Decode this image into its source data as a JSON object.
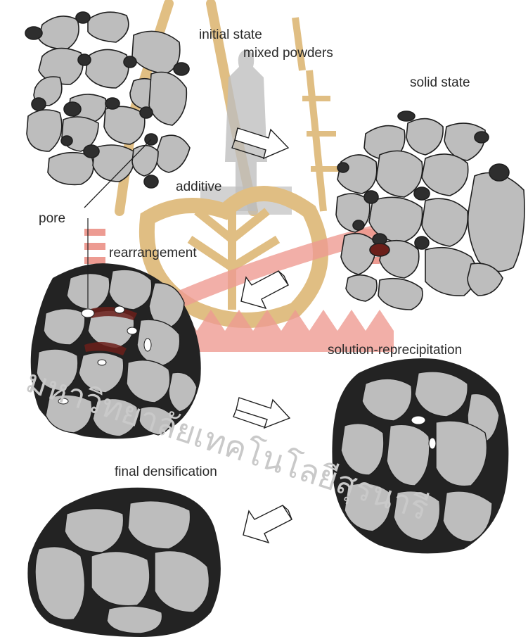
{
  "labels": {
    "initial_state": "initial state",
    "mixed_powders": "mixed powders",
    "solid_state": "solid state",
    "additive": "additive",
    "pore": "pore",
    "rearrangement": "rearrangement",
    "solution_reprecipitation": "solution-reprecipitation",
    "final_densification": "final densification"
  },
  "watermark": {
    "text": "มหาวิทยาลัยเทคโนโลยีสุรนารี"
  },
  "colors": {
    "grain": "#bdbdbd",
    "grain_stroke": "#1f1f1f",
    "liquid": "#232323",
    "watermark_logo": "#c88a1e",
    "watermark_red": "#e04a3a",
    "watermark_silhouette": "#8a8a8a"
  }
}
